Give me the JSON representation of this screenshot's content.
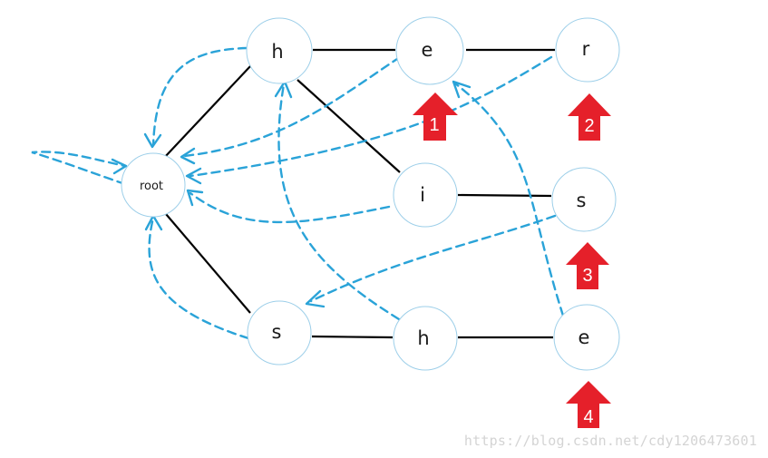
{
  "nodes": [
    {
      "id": "root",
      "label": "root"
    },
    {
      "id": "h1",
      "label": "h"
    },
    {
      "id": "e1",
      "label": "e"
    },
    {
      "id": "r",
      "label": "r"
    },
    {
      "id": "i",
      "label": "i"
    },
    {
      "id": "s2",
      "label": "s"
    },
    {
      "id": "s1",
      "label": "s"
    },
    {
      "id": "h2",
      "label": "h"
    },
    {
      "id": "e2",
      "label": "e"
    }
  ],
  "trie_edges": [
    {
      "from": "root",
      "to": "h1"
    },
    {
      "from": "h1",
      "to": "e1"
    },
    {
      "from": "e1",
      "to": "r"
    },
    {
      "from": "h1",
      "to": "i"
    },
    {
      "from": "i",
      "to": "s2"
    },
    {
      "from": "root",
      "to": "s1"
    },
    {
      "from": "s1",
      "to": "h2"
    },
    {
      "from": "h2",
      "to": "e2"
    }
  ],
  "fail_links": [
    {
      "from": "h1",
      "to": "root"
    },
    {
      "from": "e1",
      "to": "root"
    },
    {
      "from": "r",
      "to": "root"
    },
    {
      "from": "i",
      "to": "root"
    },
    {
      "from": "s1",
      "to": "root"
    },
    {
      "from": "s2",
      "to": "s1"
    },
    {
      "from": "h2",
      "to": "h1"
    },
    {
      "from": "e2",
      "to": "e1"
    },
    {
      "from": "root",
      "to": "root"
    }
  ],
  "markers": [
    {
      "label": "1",
      "node": "e1"
    },
    {
      "label": "2",
      "node": "r"
    },
    {
      "label": "3",
      "node": "s2"
    },
    {
      "label": "4",
      "node": "e2"
    }
  ],
  "watermark": "https://blog.csdn.net/cdy1206473601"
}
